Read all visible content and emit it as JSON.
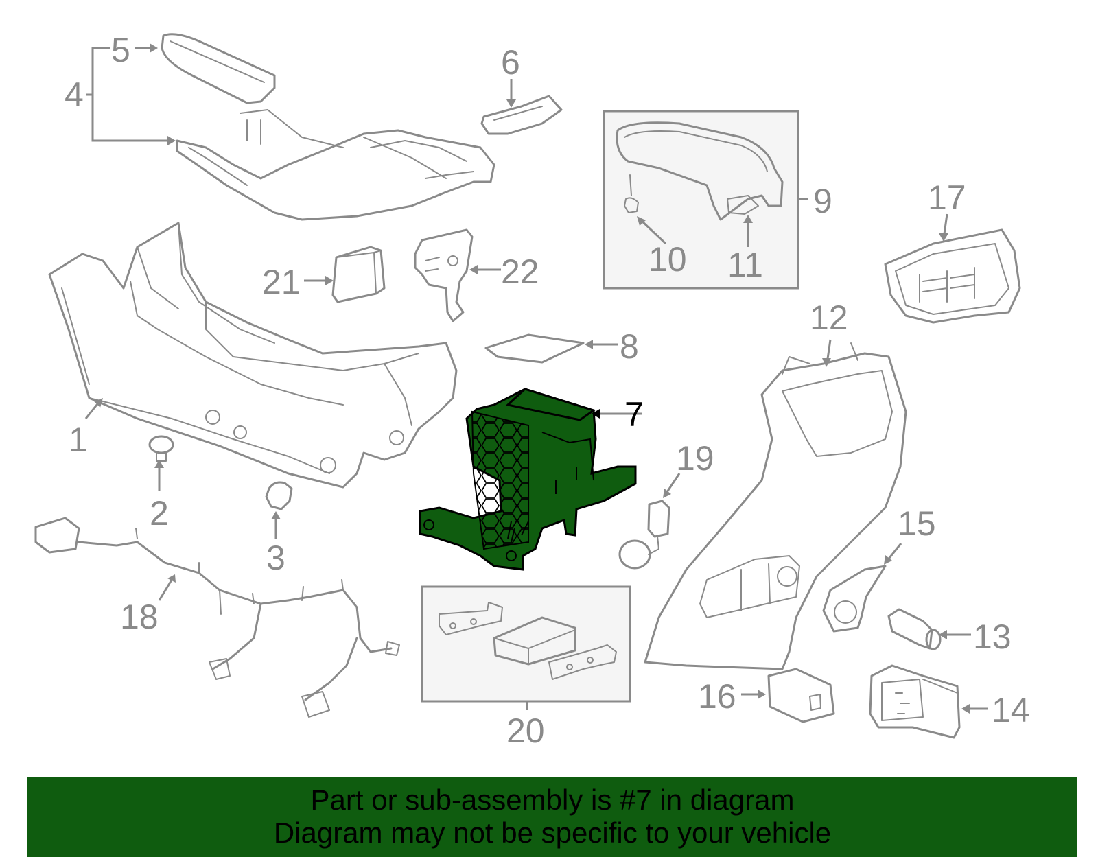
{
  "diagram": {
    "highlight_color": "#0f5c0f",
    "line_color": "#8a8a8a",
    "highlighted_part": "7",
    "callouts": {
      "c1": "1",
      "c2": "2",
      "c3": "3",
      "c4": "4",
      "c5": "5",
      "c6": "6",
      "c7": "7",
      "c8": "8",
      "c9": "9",
      "c10": "10",
      "c11": "11",
      "c12": "12",
      "c13": "13",
      "c14": "14",
      "c15": "15",
      "c16": "16",
      "c17": "17",
      "c18": "18",
      "c19": "19",
      "c20": "20",
      "c21": "21",
      "c22": "22"
    }
  },
  "banner": {
    "background": "#0f5c0f",
    "line1": "Part or sub-assembly is #7 in diagram",
    "line2": "Diagram may not be specific to your vehicle"
  }
}
